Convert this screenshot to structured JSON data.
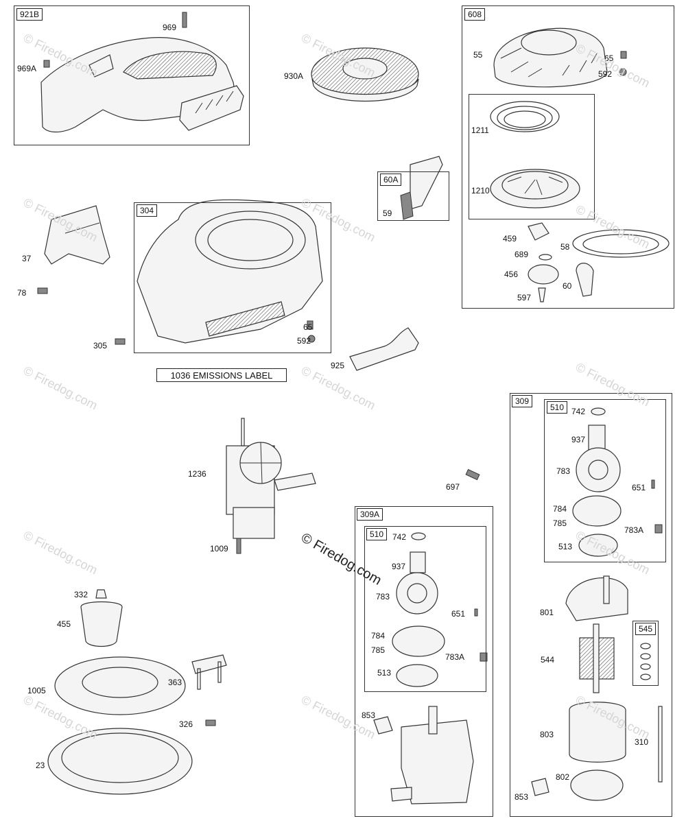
{
  "watermark": {
    "text": "© Firedog.com",
    "small_text": "© Firedog.com"
  },
  "emissions_label": "1036 EMISSIONS LABEL",
  "box_labels": {
    "b921B": "921B",
    "b608": "608",
    "b60A": "60A",
    "b304": "304",
    "b309": "309",
    "b510a": "510",
    "b309A": "309A",
    "b510b": "510",
    "b545": "545"
  },
  "part_numbers": {
    "p969": "969",
    "p969A": "969A",
    "p930A": "930A",
    "p55": "55",
    "p65a": "65",
    "p592a": "592",
    "p1211": "1211",
    "p1210": "1210",
    "p59": "59",
    "p37": "37",
    "p78": "78",
    "p305": "305",
    "p65b": "65",
    "p592b": "592",
    "p925": "925",
    "p459": "459",
    "p689": "689",
    "p456": "456",
    "p597": "597",
    "p58": "58",
    "p60": "60",
    "p1236": "1236",
    "p1009": "1009",
    "p697": "697",
    "p742a": "742",
    "p937a": "937",
    "p783a": "783",
    "p651a": "651",
    "p784a": "784",
    "p785a": "785",
    "p783Aa": "783A",
    "p513a": "513",
    "p742b": "742",
    "p937b": "937",
    "p783b": "783",
    "p651b": "651",
    "p784b": "784",
    "p785b": "785",
    "p783Ab": "783A",
    "p513b": "513",
    "p853a": "853",
    "p801": "801",
    "p544": "544",
    "p803": "803",
    "p310": "310",
    "p802": "802",
    "p853b": "853",
    "p332": "332",
    "p455": "455",
    "p1005": "1005",
    "p363": "363",
    "p326": "326",
    "p23": "23"
  }
}
